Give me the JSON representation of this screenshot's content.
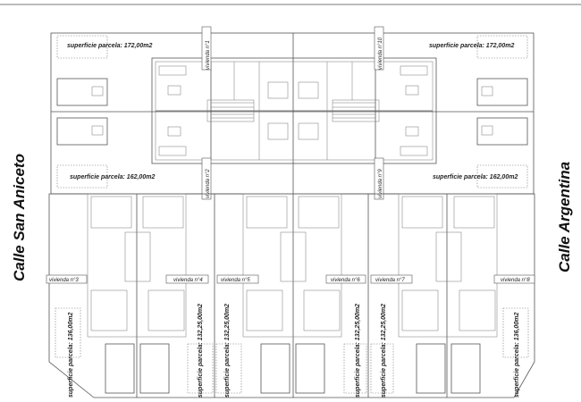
{
  "streets": {
    "left": "Calle San Aniceto",
    "right": "Calle Argentina"
  },
  "parcels": {
    "p1": "superficie parcela: 172,00m2",
    "p10": "superficie parcela: 172,00m2",
    "p2": "superficie parcela: 162,00m2",
    "p9": "superficie parcela: 162,00m2",
    "p3": "superficie parcela: 136,00m2",
    "p4": "superficie parcela: 132,25,00m2",
    "p5": "superficie parcela: 132,25,00m2",
    "p6": "superficie parcela: 132,25,00m2",
    "p7": "superficie parcela: 132,25,00m2",
    "p8": "superficie parcela: 136,00m2"
  },
  "viviendas": {
    "v1": "vivienda n°1",
    "v2": "vivienda n°2",
    "v3": "vivienda n°3",
    "v4": "vivienda n°4",
    "v5": "vivienda n°5",
    "v6": "vivienda n°6",
    "v7": "vivienda n°7",
    "v8": "vivienda n°8",
    "v9": "vivienda n°9",
    "v10": "vivienda n°10"
  }
}
